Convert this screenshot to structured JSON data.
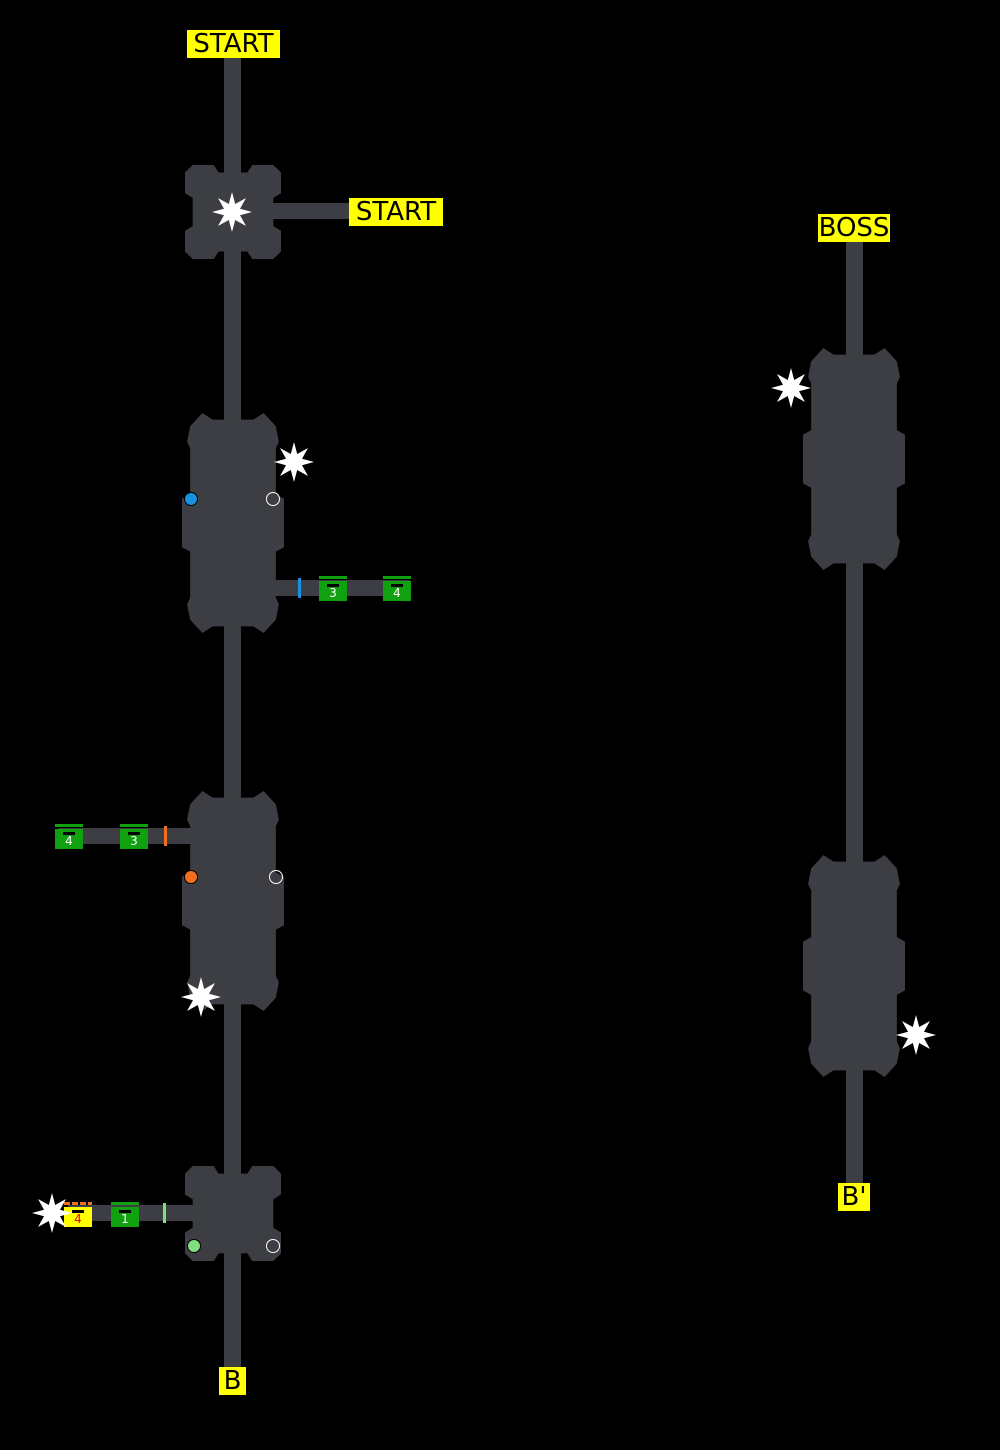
{
  "labels": {
    "start_top": "START",
    "start_right": "START",
    "boss": "BOSS",
    "b": "B",
    "b_prime": "B'"
  },
  "boxes": {
    "r2_box1": "3",
    "r2_box2": "4",
    "r3_box1": "4",
    "r3_box2": "3",
    "r4_box_yellow": "4",
    "r4_box_green": "1"
  },
  "colors": {
    "corridor": "#3c3e43",
    "blue": "#1a90e0",
    "orange": "#f07020",
    "light_green": "#80e080",
    "label": "#ffff00",
    "box": "#10a010"
  }
}
